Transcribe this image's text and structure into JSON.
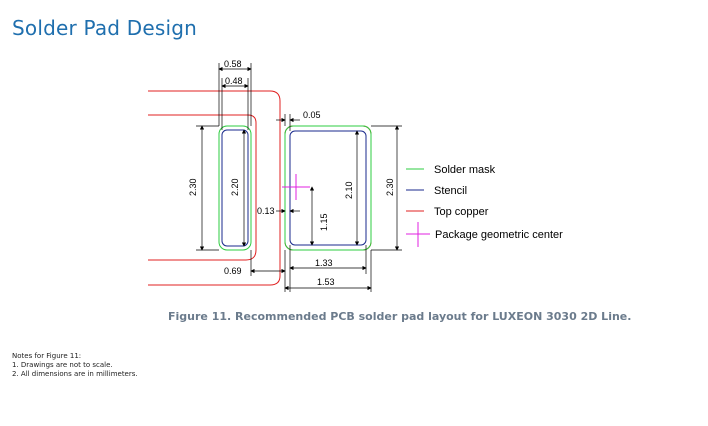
{
  "page": {
    "title": "Solder Pad Design"
  },
  "figure": {
    "dimensions": {
      "outer_width_left": "0.58",
      "inner_width_left": "0.48",
      "gap_top": "0.05",
      "height_left_outer": "2.30",
      "height_left_inner": "2.20",
      "gap_between": "0.13",
      "center_height": "1.15",
      "height_right_inner": "2.10",
      "height_right_outer": "2.30",
      "offset_bottom": "0.69",
      "right_inner_width": "1.33",
      "right_outer_width": "1.53"
    },
    "legend": [
      {
        "label": "Solder mask",
        "color": "#2ecc40",
        "icon": "line"
      },
      {
        "label": "Stencil",
        "color": "#1a2a8c",
        "icon": "line"
      },
      {
        "label": "Top copper",
        "color": "#e02020",
        "icon": "line"
      },
      {
        "label": "Package geometric center",
        "color": "#e020e0",
        "icon": "cross"
      }
    ],
    "caption": "Figure 11. Recommended PCB solder pad layout for LUXEON 3030 2D Line."
  },
  "notes": {
    "heading": "Notes for Figure 11:",
    "items": [
      "1.  Drawings are not to scale.",
      "2.  All dimensions are in millimeters."
    ]
  }
}
